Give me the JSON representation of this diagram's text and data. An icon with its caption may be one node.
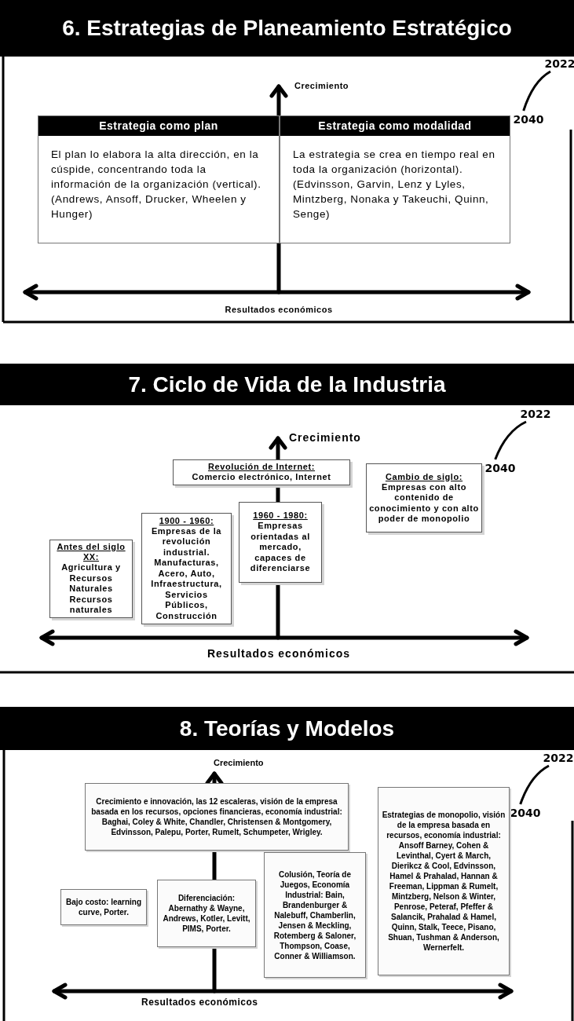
{
  "diagram": {
    "nodes": [
      {
        "text": [
          "6. Estrategias de Planeamiento Estratégico"
        ]
      },
      {
        "text": [
          "2022"
        ]
      },
      {
        "text": [
          "2040"
        ]
      },
      {
        "text": [
          "Estrategia como plan",
          "El plan lo elabora la alta dirección, en la cúspide, concentrando toda la información de la organización (vertical). (Andrews, Ansoff, Drucker, Wheelen y Hunger)"
        ]
      },
      {
        "text": [
          "Estrategia como modalidad",
          "La estrategia se crea en tiempo real en toda la organización (horizontal). (Edvinsson, Garvin, Lenz y Lyles, Mintzberg, Nonaka y Takeuchi, Quinn, Senge)"
        ]
      },
      {
        "text": [
          "7. Ciclo de Vida de la Industria"
        ]
      },
      {
        "text": [
          "2022"
        ]
      },
      {
        "text": [
          "2040"
        ]
      },
      {
        "text": [
          "Revolución de Internet:",
          "Comercio electrónico, Internet"
        ]
      },
      {
        "text": [
          "Cambio de siglo:",
          "Empresas con alto contenido de conocimiento y con alto poder de monopolio"
        ]
      },
      {
        "text": [
          "1960 - 1980:",
          "Empresas orientadas al mercado, capaces de diferenciarse"
        ]
      },
      {
        "text": [
          "1900 - 1960:",
          "Empresas de la revolución industrial. Manufacturas, Acero, Auto, Infraestructura, Servicios Públicos, Construcción"
        ]
      },
      {
        "text": [
          "Antes del siglo XX:",
          "Agricultura y Recursos Naturales Recursos naturales"
        ]
      },
      {
        "text": [
          "8. Teorías y Modelos"
        ]
      },
      {
        "text": [
          "2022"
        ]
      },
      {
        "text": [
          "2040"
        ]
      },
      {
        "text": [
          "Crecimiento e innovación, las 12 escaleras, visión de la empresa basada en los recursos, opciones financieras, economía industrial: Baghai, Coley & White, Chandler, Christensen & Montgomery, Edvinsson, Palepu, Porter, Rumelt, Schumpeter, Wrigley."
        ]
      },
      {
        "text": [
          "Estrategias de monopolio, visión de la empresa basada en recursos, economía industrial: Ansoff Barney, Cohen & Levinthal, Cyert & March, Dierikcz & Cool, Edvinsson, Hamel & Prahalad, Hannan & Freeman, Lippman & Rumelt, Mintzberg, Nelson & Winter, Penrose, Peteraf, Pfeffer & Salancik, Prahalad & Hamel, Quinn, Stalk, Teece, Pisano, Shuan, Tushman & Anderson, Wernerfelt."
        ]
      },
      {
        "text": [
          "Colusión, Teoría de Juegos, Economía Industrial: Bain, Brandenburger & Nalebuff, Chamberlin, Jensen & Meckling, Rotemberg & Saloner, Thompson, Coase, Conner & Williamson."
        ]
      },
      {
        "text": [
          "Diferenciación: Abernathy & Wayne, Andrews, Kotler, Levitt, PIMS, Porter."
        ]
      },
      {
        "text": [
          "Bajo costo: learning curve, Porter."
        ]
      }
    ],
    "edges": [
      {
        "from": 1,
        "to": 2,
        "arrow": "none"
      },
      {
        "from": 6,
        "to": 7,
        "arrow": "none"
      },
      {
        "from": 14,
        "to": 15,
        "arrow": "none"
      }
    ],
    "labels": [
      "Crecimiento",
      "Resultados económicos",
      "Crecimiento",
      "Resultados económicos",
      "Crecimiento",
      "Resultados económicos"
    ]
  }
}
